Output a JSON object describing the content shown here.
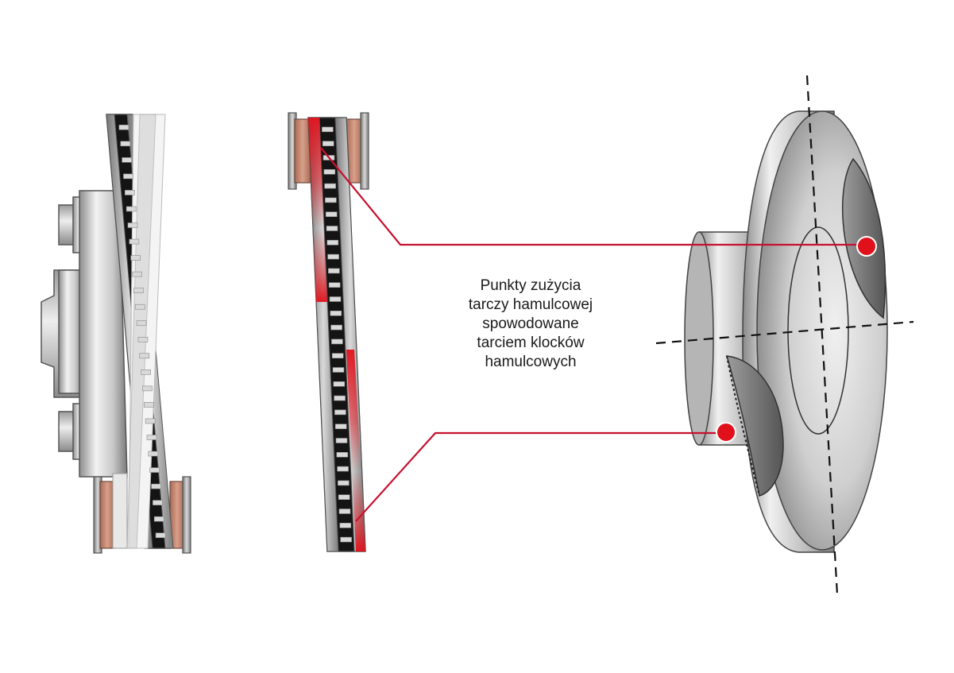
{
  "caption": {
    "lines": [
      "Punkty zużycia",
      "tarczy hamulcowej",
      "spowodowane",
      "tarciem klocków",
      "hamulcowych"
    ]
  },
  "colors": {
    "wear_highlight": "#e0111b",
    "leader_line": "#c8102e",
    "brake_pad": "#c98c76",
    "metal_light": "#e6e6e6",
    "metal_dark": "#6d6d6d",
    "vent_dark": "#111111"
  },
  "icons": [
    "hub-assembly-side-view",
    "disc-cross-section",
    "brake-disc-3d-view"
  ]
}
